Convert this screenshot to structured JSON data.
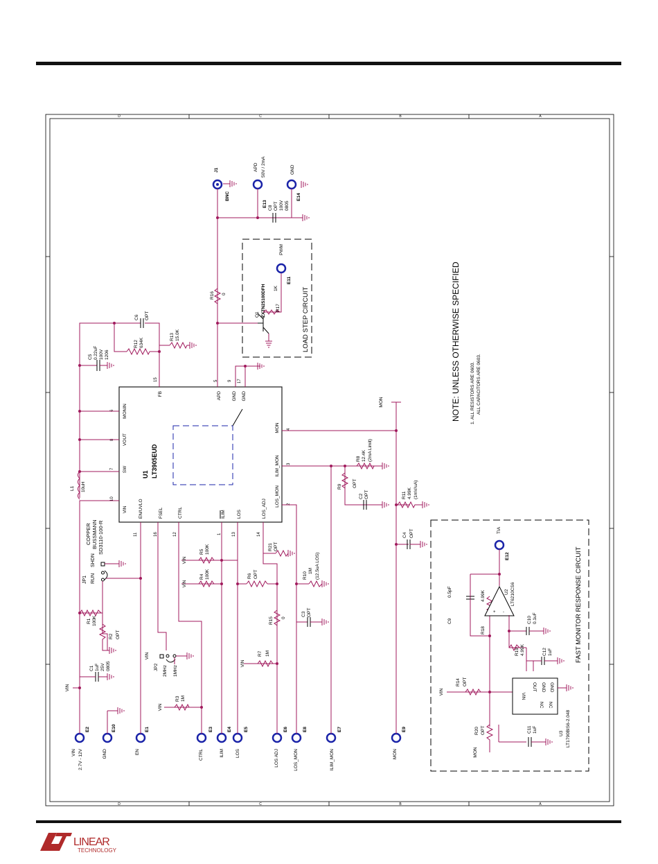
{
  "chip": {
    "ref": "U1",
    "part": "LT3905EUD",
    "pins_left": [
      {
        "num": "10",
        "name": "VIN"
      },
      {
        "num": "7",
        "name": "SW"
      },
      {
        "num": "8",
        "name": "VOUT"
      },
      {
        "num": "6",
        "name": "MONIN"
      },
      {
        "num": "15",
        "name": "FB"
      },
      {
        "num": "11",
        "name": "EN/UVLO"
      },
      {
        "num": "16",
        "name": "FSEL"
      },
      {
        "num": "12",
        "name": "CTRL"
      },
      {
        "num": "1",
        "name": "ILIM"
      },
      {
        "num": "13",
        "name": "LOS"
      },
      {
        "num": "14",
        "name": "LOS_ADJ"
      }
    ],
    "pins_right": [
      {
        "num": "5",
        "name": "APD"
      },
      {
        "num": "9",
        "name": "GND"
      },
      {
        "num": "17",
        "name": "GND"
      },
      {
        "num": "4",
        "name": "MON"
      },
      {
        "num": "3",
        "name": "ILIM_MON"
      },
      {
        "num": "2",
        "name": "LOS_MON"
      }
    ]
  },
  "terminals": [
    {
      "ref": "E2",
      "net": "VIN",
      "sub": "2.7V - 12V"
    },
    {
      "ref": "E10",
      "net": "GND",
      "sub": ""
    },
    {
      "ref": "E1",
      "net": "EN",
      "sub": ""
    },
    {
      "ref": "E3",
      "net": "CTRL",
      "sub": ""
    },
    {
      "ref": "E4",
      "net": "ILIM",
      "sub": ""
    },
    {
      "ref": "E5",
      "net": "LOS",
      "sub": ""
    },
    {
      "ref": "E6",
      "net": "LOS ADJ",
      "sub": ""
    },
    {
      "ref": "E8",
      "net": "LOS_MON",
      "sub": ""
    },
    {
      "ref": "E7",
      "net": "ILIM_MON",
      "sub": ""
    },
    {
      "ref": "E9",
      "net": "MON",
      "sub": ""
    },
    {
      "ref": "E13",
      "net": "APD",
      "sub": "50V / 2mA"
    },
    {
      "ref": "E14",
      "net": "GND",
      "sub": ""
    },
    {
      "ref": "E11",
      "net": "PWM",
      "sub": ""
    },
    {
      "ref": "E12",
      "net": "TIA",
      "sub": ""
    },
    {
      "ref": "J1",
      "net": "BNC",
      "sub": ""
    }
  ],
  "components": {
    "L1": {
      "ref": "L1",
      "value": "10uH",
      "note1": "COPPER",
      "note2": "BUSSMANN",
      "note3": "SD3110-100-R"
    },
    "C5": {
      "ref": "C5",
      "value": "0.22uF",
      "rating": "100V",
      "pkg": "1206"
    },
    "C6": {
      "ref": "C6",
      "value": "OPT"
    },
    "R12": {
      "ref": "R12",
      "value": "634K"
    },
    "R13": {
      "ref": "R13",
      "value": "15.0K"
    },
    "R16": {
      "ref": "R16",
      "value": "0"
    },
    "C8": {
      "ref": "C8",
      "value": "OPT",
      "rating": "100V",
      "pkg": "0805"
    },
    "Q1": {
      "ref": "Q1",
      "value": "ZXTN25100DFH"
    },
    "R17": {
      "ref": "R17",
      "value": "1K"
    },
    "R8": {
      "ref": "R8",
      "value": "12.4K",
      "note": "(2mA Limit)"
    },
    "R9": {
      "ref": "R9",
      "value": "OPT"
    },
    "C2": {
      "ref": "C2",
      "value": "OPT"
    },
    "R11": {
      "ref": "R11",
      "value": "4.99K",
      "note": "(1mV/uA)"
    },
    "C4": {
      "ref": "C4",
      "value": "OPT"
    },
    "R21": {
      "ref": "R21",
      "value": "OPT"
    },
    "R10": {
      "ref": "R10",
      "value": "1M",
      "note": "(12.5uA LOS)"
    },
    "C3": {
      "ref": "C3",
      "value": "OPT"
    },
    "R15": {
      "ref": "R15",
      "value": "0"
    },
    "R7": {
      "ref": "R7",
      "value": "1M"
    },
    "R6": {
      "ref": "R6",
      "value": "OPT"
    },
    "R5": {
      "ref": "R5",
      "value": "100K"
    },
    "R4": {
      "ref": "R4",
      "value": "100K"
    },
    "R3": {
      "ref": "R3",
      "value": "1M"
    },
    "JP1": {
      "ref": "JP1",
      "run": "RUN",
      "shdn": "SHDN"
    },
    "JP2": {
      "ref": "JP2",
      "f1": "2MHz",
      "f2": "1MHz"
    },
    "R1": {
      "ref": "R1",
      "value": "100K"
    },
    "R2": {
      "ref": "R2",
      "value": "OPT"
    },
    "C1": {
      "ref": "C1",
      "value": "1uF",
      "rating": "25V",
      "pkg": "0805"
    },
    "C9": {
      "ref": "C9",
      "value": "0.5pF"
    },
    "R18": {
      "ref": "R18",
      "value": "4.99K"
    },
    "U2": {
      "ref": "U2",
      "value": "LT6210CS6"
    },
    "C10": {
      "ref": "C10",
      "value": "0.1uF"
    },
    "R19": {
      "ref": "R19",
      "value": "4.99K"
    },
    "C12": {
      "ref": "C12",
      "value": "1uF"
    },
    "R14": {
      "ref": "R14",
      "value": "OPT"
    },
    "R20": {
      "ref": "R20",
      "value": "OPT"
    },
    "C11": {
      "ref": "C11",
      "value": "1uF"
    },
    "U3": {
      "ref": "U3",
      "value": "LT1790BIS6-2.048",
      "pins": [
        "VIN",
        "OUT",
        "GND",
        "GND",
        "NC",
        "NC"
      ]
    }
  },
  "net_labels": {
    "vin": "VIN",
    "mon": "MON"
  },
  "boxes": {
    "load_step": "LOAD STEP CIRCUIT",
    "fast_monitor": "FAST MONITOR RESPONSE CIRCUIT"
  },
  "notes": {
    "title": "NOTE: UNLESS OTHERWISE SPECIFIED",
    "line1": "1.  ALL RESISTORS ARE 0603.",
    "line2": "ALL CAPACITORS ARE 0603."
  },
  "frame": {
    "zone_letters": [
      "D",
      "C",
      "B",
      "A"
    ]
  },
  "footer": {
    "logo_primary": "LINEAR",
    "logo_secondary": "TECHNOLOGY"
  },
  "colors": {
    "wire": "#a0195c",
    "terminal": "#1a23a8",
    "logo": "#b02a2a"
  }
}
